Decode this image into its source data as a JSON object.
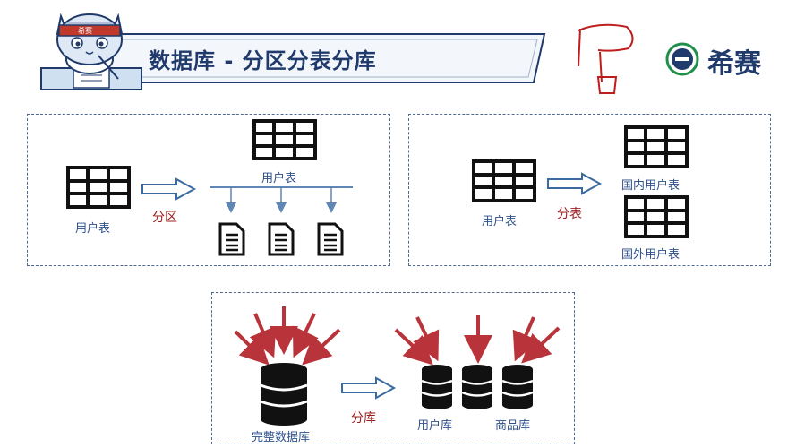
{
  "header": {
    "title": "数据库 - 分区分表分库",
    "brand_name": "希赛",
    "mascot_badge": "希赛"
  },
  "panel_partition": {
    "source_label": "用户表",
    "action_label": "分区",
    "target_label": "用户表"
  },
  "panel_table_split": {
    "source_label": "用户表",
    "action_label": "分表",
    "target_labels": [
      "国内用户表",
      "国外用户表"
    ]
  },
  "panel_db_split": {
    "source_label": "完整数据库",
    "action_label": "分库",
    "target_labels": [
      "用户库",
      "商品库"
    ]
  },
  "colors": {
    "title": "#1f3a6b",
    "panel_border": "#51688f",
    "label_blue": "#2d4f8a",
    "label_red": "#9e1c1c",
    "arrow_red": "#b8333a",
    "hollow_arrow": "#3b6aa0"
  }
}
